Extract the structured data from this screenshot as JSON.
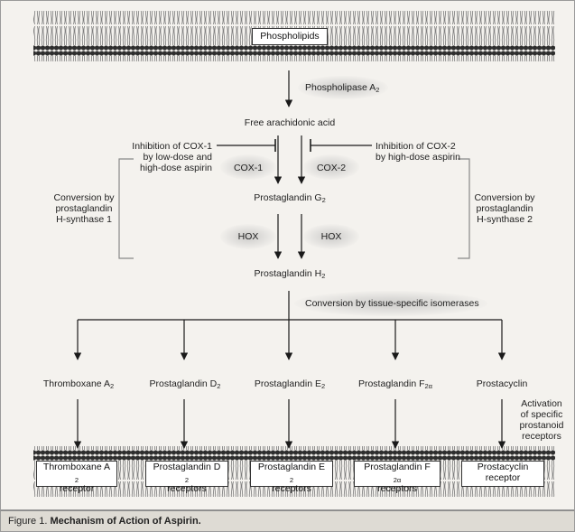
{
  "colors": {
    "membrane_dark": "#2e2e2e",
    "membrane_light": "#c9c9c9",
    "line": "#1a1a1a",
    "background": "#f4f2ee",
    "caption_bg": "#dedbd4"
  },
  "top_membrane": {
    "label": "Phospholipids"
  },
  "enzyme_phospholipase": {
    "text": "Phospholipase A",
    "sub": "2"
  },
  "free_acid": "Free arachidonic acid",
  "inhibition_cox1": [
    "Inhibition of COX-1",
    "by low-dose and",
    "high-dose aspirin"
  ],
  "inhibition_cox2": [
    "Inhibition of COX-2",
    "by high-dose aspirin"
  ],
  "cox1": "COX-1",
  "cox2": "COX-2",
  "pgs1": [
    "Conversion by",
    "prostaglandin",
    "H-synthase 1"
  ],
  "pgs2": [
    "Conversion by",
    "prostaglandin",
    "H-synthase 2"
  ],
  "pg_g2": {
    "text": "Prostaglandin G",
    "sub": "2"
  },
  "hox_left": "HOX",
  "hox_right": "HOX",
  "pg_h2": {
    "text": "Prostaglandin H",
    "sub": "2"
  },
  "isomerases": "Conversion by tissue-specific isomerases",
  "products": [
    {
      "text": "Thromboxane A",
      "sub": "2"
    },
    {
      "text": "Prostaglandin D",
      "sub": "2"
    },
    {
      "text": "Prostaglandin E",
      "sub": "2"
    },
    {
      "text": "Prostaglandin F",
      "sub": "2α"
    },
    {
      "text": "Prostacyclin",
      "sub": ""
    }
  ],
  "activation": [
    "Activation",
    "of specific",
    "prostanoid",
    "receptors"
  ],
  "receptors": [
    {
      "line1": "Thromboxane A",
      "sub": "2",
      "line2": "receptor"
    },
    {
      "line1": "Prostaglandin D",
      "sub": "2",
      "line2": "receptors"
    },
    {
      "line1": "Prostaglandin E",
      "sub": "2",
      "line2": "receptors"
    },
    {
      "line1": "Prostaglandin F",
      "sub": "2α",
      "line2": "receptors"
    },
    {
      "line1": "Prostacyclin",
      "sub": "",
      "line2": "receptor"
    }
  ],
  "caption": {
    "prefix": "Figure 1.",
    "title": "Mechanism of Action of Aspirin."
  }
}
